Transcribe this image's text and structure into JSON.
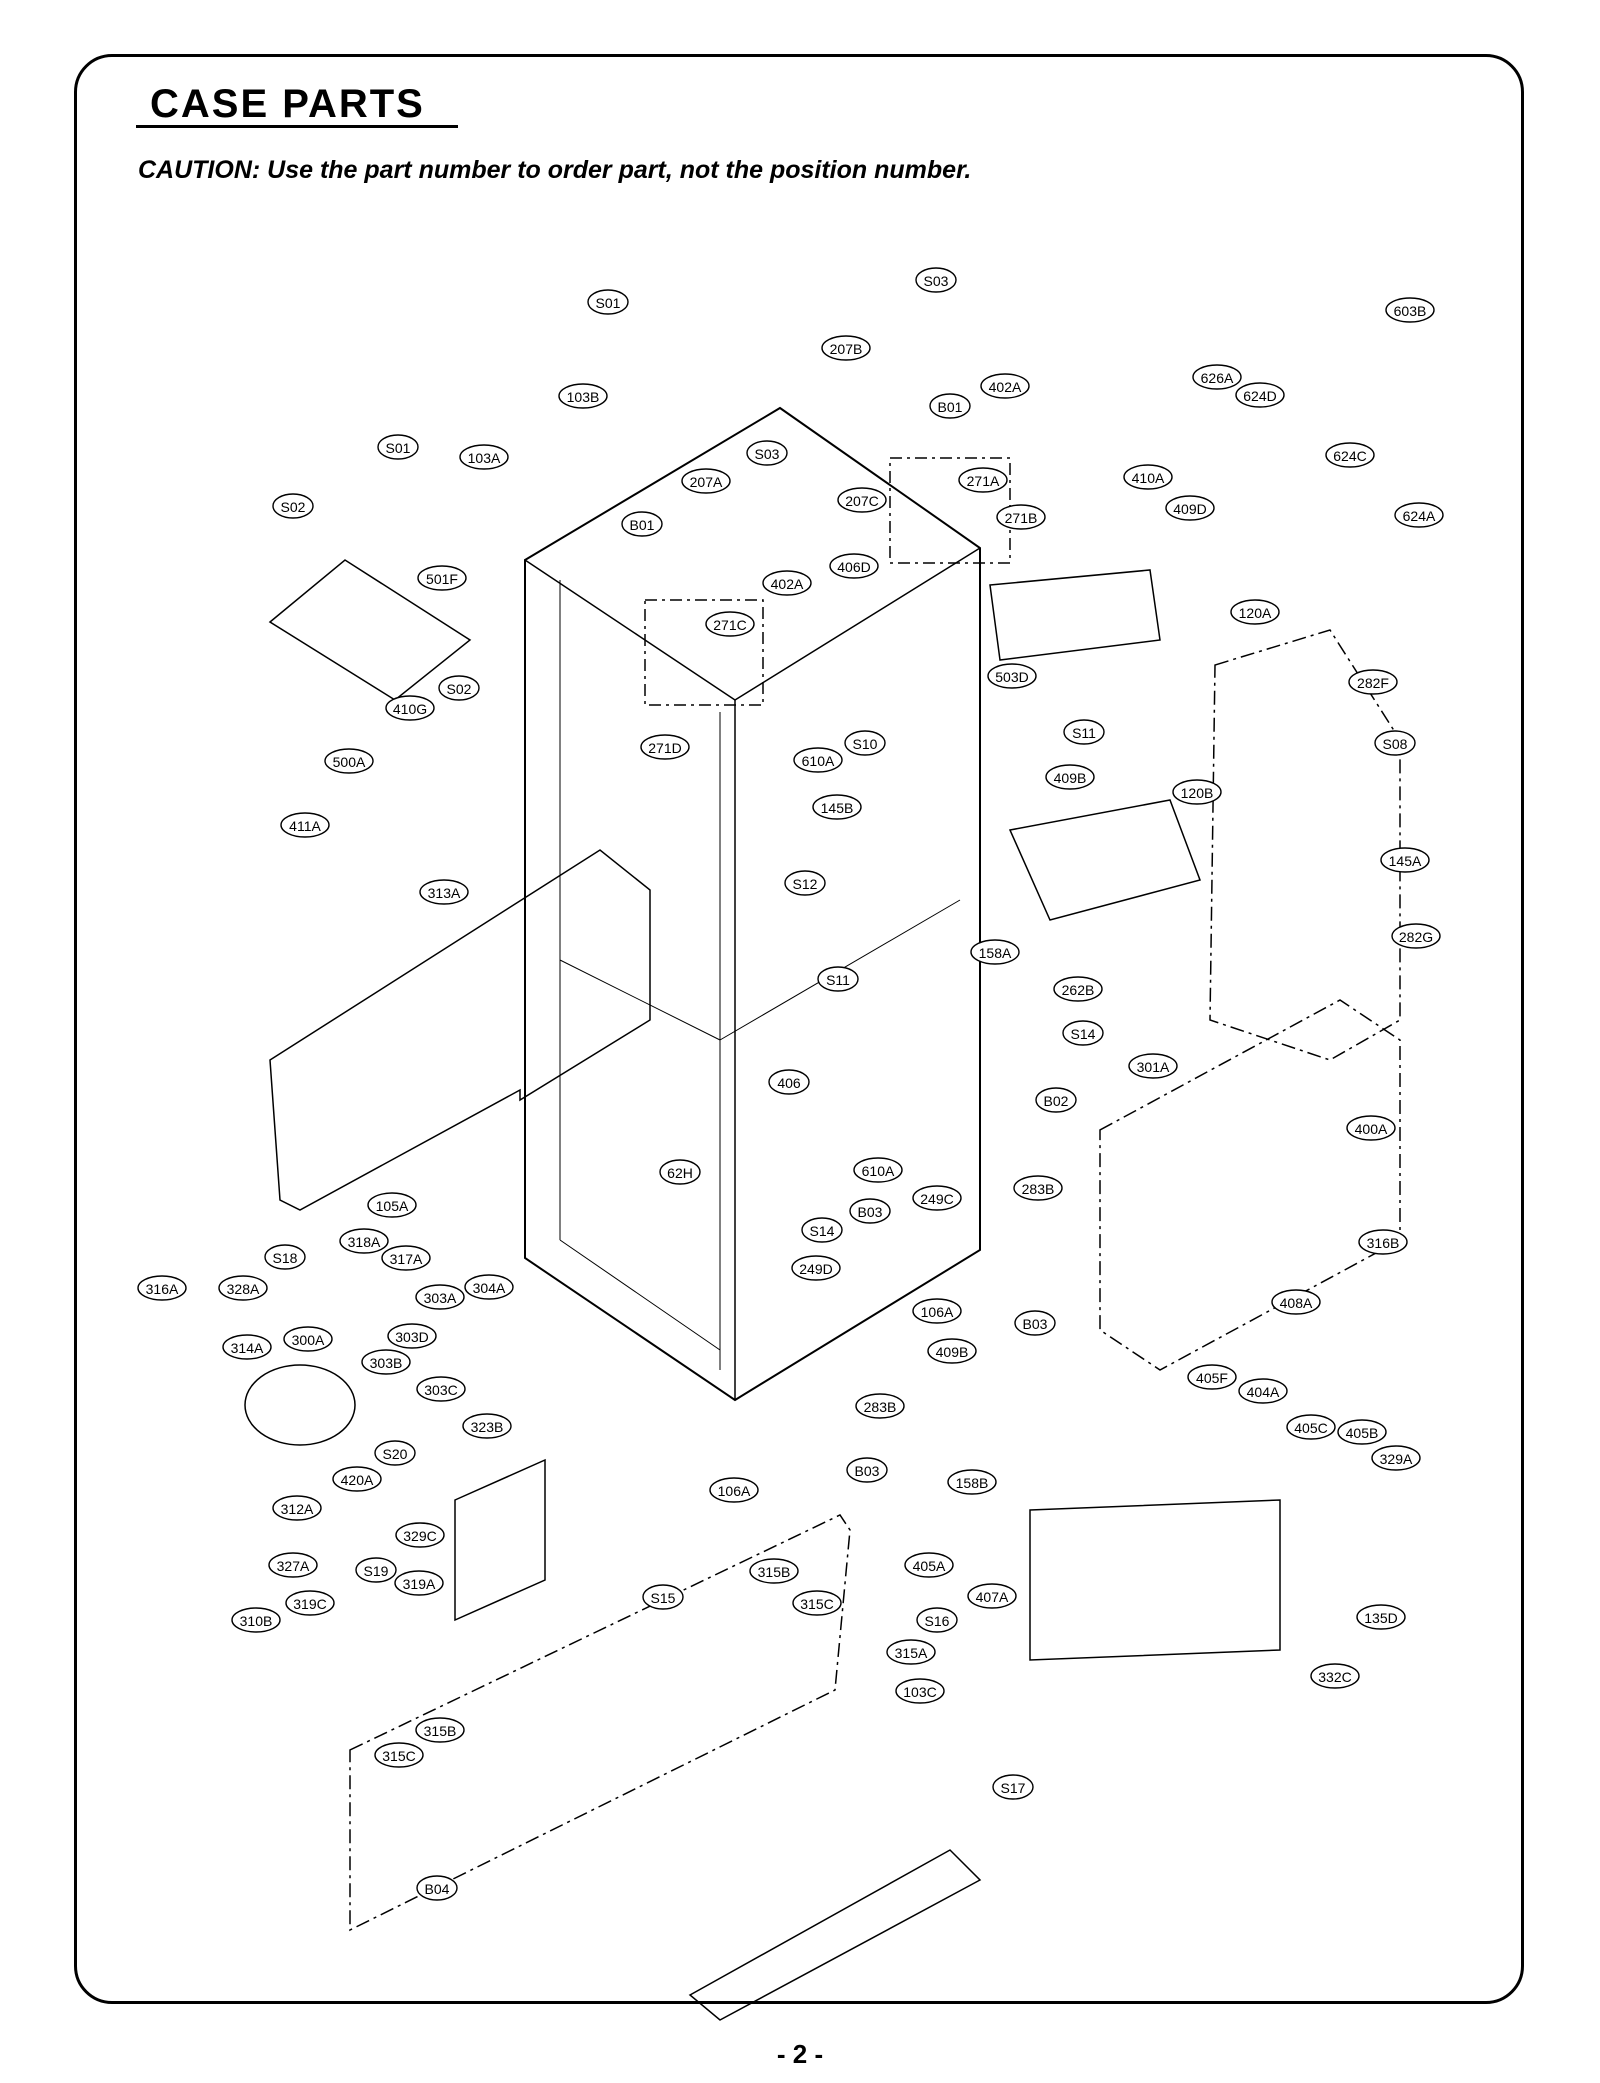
{
  "title": "CASE PARTS",
  "caution": "CAUTION: Use the part number to order part, not the position number.",
  "page_number": "- 2 -",
  "callouts": [
    {
      "id": "S03a",
      "label": "S03"
    },
    {
      "id": "S01a",
      "label": "S01"
    },
    {
      "id": "603B",
      "label": "603B"
    },
    {
      "id": "207B",
      "label": "207B"
    },
    {
      "id": "402Aa",
      "label": "402A"
    },
    {
      "id": "103B",
      "label": "103B"
    },
    {
      "id": "B01a",
      "label": "B01"
    },
    {
      "id": "626A",
      "label": "626A"
    },
    {
      "id": "624D",
      "label": "624D"
    },
    {
      "id": "S01b",
      "label": "S01"
    },
    {
      "id": "103A",
      "label": "103A"
    },
    {
      "id": "S03b",
      "label": "S03"
    },
    {
      "id": "624C",
      "label": "624C"
    },
    {
      "id": "207A",
      "label": "207A"
    },
    {
      "id": "271A",
      "label": "271A"
    },
    {
      "id": "410A",
      "label": "410A"
    },
    {
      "id": "S02a",
      "label": "S02"
    },
    {
      "id": "207C",
      "label": "207C"
    },
    {
      "id": "B01b",
      "label": "B01"
    },
    {
      "id": "271B",
      "label": "271B"
    },
    {
      "id": "409D",
      "label": "409D"
    },
    {
      "id": "624A",
      "label": "624A"
    },
    {
      "id": "402Ab",
      "label": "402A"
    },
    {
      "id": "406D",
      "label": "406D"
    },
    {
      "id": "501F",
      "label": "501F"
    },
    {
      "id": "120A",
      "label": "120A"
    },
    {
      "id": "271C",
      "label": "271C"
    },
    {
      "id": "503D",
      "label": "503D"
    },
    {
      "id": "282F",
      "label": "282F"
    },
    {
      "id": "S02b",
      "label": "S02"
    },
    {
      "id": "410G",
      "label": "410G"
    },
    {
      "id": "S10",
      "label": "S10"
    },
    {
      "id": "S11a",
      "label": "S11"
    },
    {
      "id": "S08",
      "label": "S08"
    },
    {
      "id": "271D",
      "label": "271D"
    },
    {
      "id": "610Aa",
      "label": "610A"
    },
    {
      "id": "500A",
      "label": "500A"
    },
    {
      "id": "409Ba",
      "label": "409B"
    },
    {
      "id": "120B",
      "label": "120B"
    },
    {
      "id": "145B",
      "label": "145B"
    },
    {
      "id": "411A",
      "label": "411A"
    },
    {
      "id": "145A",
      "label": "145A"
    },
    {
      "id": "S12",
      "label": "S12"
    },
    {
      "id": "313A",
      "label": "313A"
    },
    {
      "id": "282G",
      "label": "282G"
    },
    {
      "id": "158A",
      "label": "158A"
    },
    {
      "id": "S11b",
      "label": "S11"
    },
    {
      "id": "262B",
      "label": "262B"
    },
    {
      "id": "S14a",
      "label": "S14"
    },
    {
      "id": "301A",
      "label": "301A"
    },
    {
      "id": "406",
      "label": "406"
    },
    {
      "id": "B02",
      "label": "B02"
    },
    {
      "id": "400A",
      "label": "400A"
    },
    {
      "id": "62H",
      "label": "62H"
    },
    {
      "id": "610Ab",
      "label": "610A"
    },
    {
      "id": "249C",
      "label": "249C"
    },
    {
      "id": "105A",
      "label": "105A"
    },
    {
      "id": "B03a",
      "label": "B03"
    },
    {
      "id": "283Ba",
      "label": "283B"
    },
    {
      "id": "S14b",
      "label": "S14"
    },
    {
      "id": "316B",
      "label": "316B"
    },
    {
      "id": "318A",
      "label": "318A"
    },
    {
      "id": "S18",
      "label": "S18"
    },
    {
      "id": "317A",
      "label": "317A"
    },
    {
      "id": "249D",
      "label": "249D"
    },
    {
      "id": "316A",
      "label": "316A"
    },
    {
      "id": "328A",
      "label": "328A"
    },
    {
      "id": "303A",
      "label": "303A"
    },
    {
      "id": "304A",
      "label": "304A"
    },
    {
      "id": "408A",
      "label": "408A"
    },
    {
      "id": "106Aa",
      "label": "106A"
    },
    {
      "id": "B03b",
      "label": "B03"
    },
    {
      "id": "303D",
      "label": "303D"
    },
    {
      "id": "300A",
      "label": "300A"
    },
    {
      "id": "314A",
      "label": "314A"
    },
    {
      "id": "409Bb",
      "label": "409B"
    },
    {
      "id": "303B",
      "label": "303B"
    },
    {
      "id": "405F",
      "label": "405F"
    },
    {
      "id": "303C",
      "label": "303C"
    },
    {
      "id": "404A",
      "label": "404A"
    },
    {
      "id": "283Bb",
      "label": "283B"
    },
    {
      "id": "323B",
      "label": "323B"
    },
    {
      "id": "405C",
      "label": "405C"
    },
    {
      "id": "405B",
      "label": "405B"
    },
    {
      "id": "S20",
      "label": "S20"
    },
    {
      "id": "329A",
      "label": "329A"
    },
    {
      "id": "B03c",
      "label": "B03"
    },
    {
      "id": "420A",
      "label": "420A"
    },
    {
      "id": "158B",
      "label": "158B"
    },
    {
      "id": "106Ab",
      "label": "106A"
    },
    {
      "id": "312A",
      "label": "312A"
    },
    {
      "id": "329C",
      "label": "329C"
    },
    {
      "id": "327A",
      "label": "327A"
    },
    {
      "id": "405A",
      "label": "405A"
    },
    {
      "id": "S19",
      "label": "S19"
    },
    {
      "id": "315B",
      "label": "315B"
    },
    {
      "id": "319A",
      "label": "319A"
    },
    {
      "id": "310B",
      "label": "310B"
    },
    {
      "id": "319C",
      "label": "319C"
    },
    {
      "id": "S15",
      "label": "S15"
    },
    {
      "id": "407A",
      "label": "407A"
    },
    {
      "id": "315C",
      "label": "315C"
    },
    {
      "id": "135D",
      "label": "135D"
    },
    {
      "id": "S16",
      "label": "S16"
    },
    {
      "id": "315A",
      "label": "315A"
    },
    {
      "id": "332C",
      "label": "332C"
    },
    {
      "id": "103C",
      "label": "103C"
    },
    {
      "id": "315Bb",
      "label": "315B"
    },
    {
      "id": "315Cb",
      "label": "315C"
    },
    {
      "id": "S17",
      "label": "S17"
    },
    {
      "id": "B04",
      "label": "B04"
    }
  ]
}
